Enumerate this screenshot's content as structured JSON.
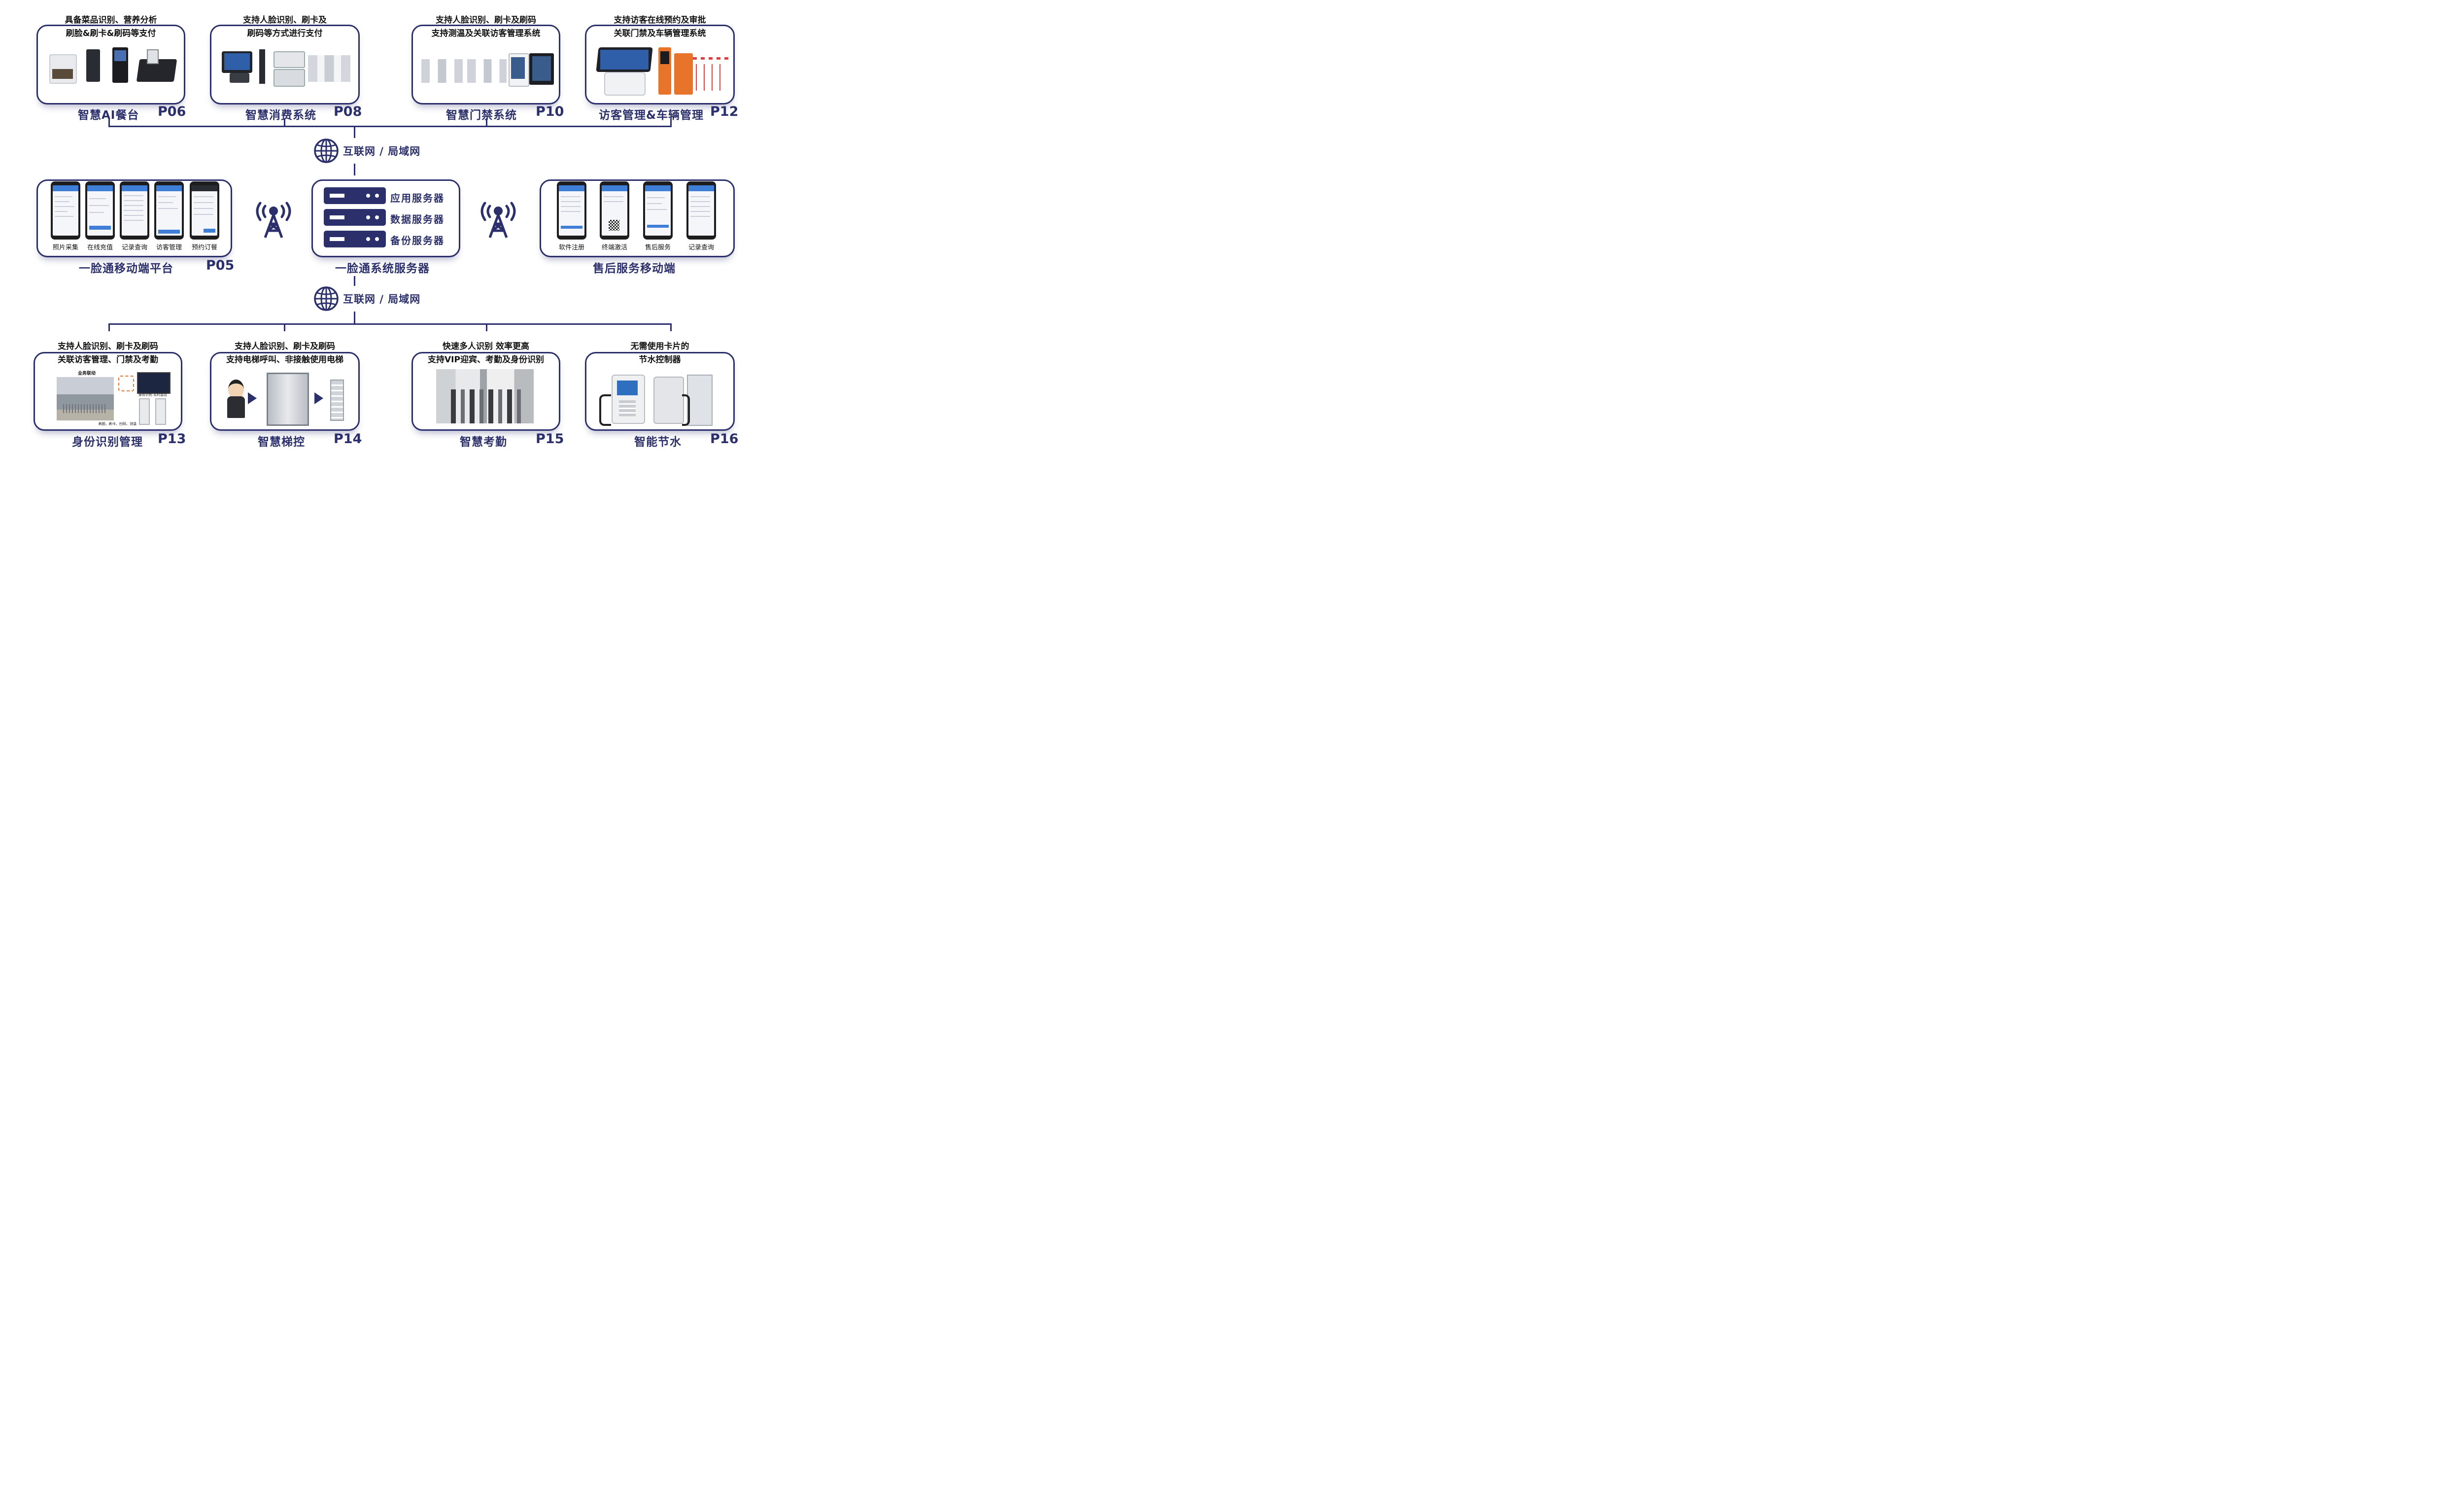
{
  "network_label": "互联网 / 局域网",
  "top_modules": [
    {
      "caption_1": "具备菜品识别、营养分析",
      "caption_2": "刷脸&刷卡&刷码等支付",
      "title": "智慧AI餐台",
      "page": "P06"
    },
    {
      "caption_1": "支持人脸识别、刷卡及",
      "caption_2": "刷码等方式进行支付",
      "title": "智慧消费系统",
      "page": "P08"
    },
    {
      "caption_1": "支持人脸识别、刷卡及刷码",
      "caption_2": "支持测温及关联访客管理系统",
      "title": "智慧门禁系统",
      "page": "P10"
    },
    {
      "caption_1": "支持访客在线预约及审批",
      "caption_2": "关联门禁及车辆管理系统",
      "title": "访客管理&车辆管理",
      "page": "P12"
    }
  ],
  "mobile_platform": {
    "title": "一脸通移动端平台",
    "page": "P05",
    "screens": [
      "照片采集",
      "在线充值",
      "记录查询",
      "访客管理",
      "预约订餐"
    ]
  },
  "server": {
    "title": "一脸通系统服务器",
    "items": [
      "应用服务器",
      "数据服务器",
      "备份服务器"
    ]
  },
  "after_sales": {
    "title": "售后服务移动端",
    "screens": [
      "软件注册",
      "终端激活",
      "售后服务",
      "记录查询"
    ]
  },
  "bottom_modules": [
    {
      "caption_1": "支持人脸识别、刷卡及刷码",
      "caption_2": "关联访客管理、门禁及考勤",
      "title": "身份识别管理",
      "page": "P13",
      "img_labels": [
        "业务联动",
        "身份识别 实时监控",
        "刷脸、刷卡、扫码、测温"
      ]
    },
    {
      "caption_1": "支持人脸识别、刷卡及刷码",
      "caption_2": "支持电梯呼叫、非接触使用电梯",
      "title": "智慧梯控",
      "page": "P14"
    },
    {
      "caption_1": "快速多人识别 效率更高",
      "caption_2": "支持VIP迎宾、考勤及身份识别",
      "title": "智慧考勤",
      "page": "P15"
    },
    {
      "caption_1": "无需使用卡片的",
      "caption_2": "节水控制器",
      "title": "智能节水",
      "page": "P16"
    }
  ],
  "colors": {
    "navy": "#2b2f6b",
    "white": "#ffffff",
    "accent_blue": "#3f7fd8",
    "orange": "#e8742c"
  }
}
